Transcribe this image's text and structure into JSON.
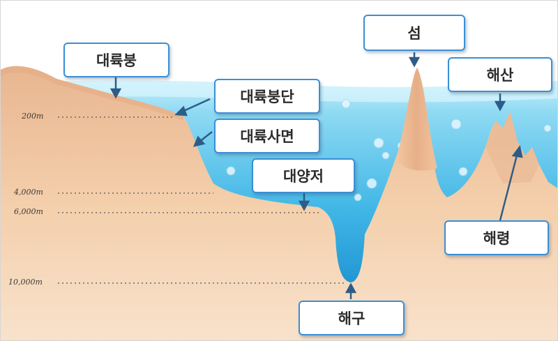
{
  "labels": {
    "continental_shelf": "대륙붕",
    "shelf_break": "대륙붕단",
    "continental_slope": "대륙사면",
    "abyssal_plain": "대양저",
    "island": "섬",
    "seamount": "해산",
    "ridge": "해령",
    "trench": "해구"
  },
  "depths": {
    "d200": "200m",
    "d4000": "4,000m",
    "d6000": "6,000m",
    "d10000": "10,000m"
  },
  "colors": {
    "sea_surface": "#a9e3f5",
    "sea_deep": "#0f8fd0",
    "land_light": "#f7dcc0",
    "land_dark": "#e6b48e",
    "label_border": "#3a8fd6",
    "arrow": "#2d5d86"
  }
}
